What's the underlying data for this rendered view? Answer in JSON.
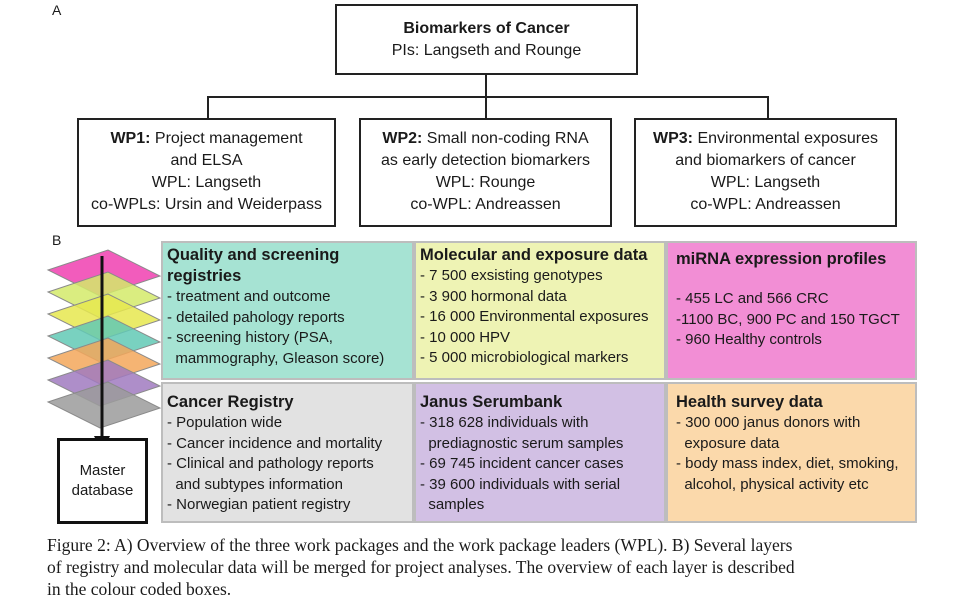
{
  "panel_labels": {
    "a": "A",
    "b": "B"
  },
  "org": {
    "top": {
      "title": "Biomarkers of Cancer",
      "pis": "PIs:  Langseth and Rounge"
    },
    "wp1": {
      "head": "WP1:",
      "line1": " Project management",
      "line2": "and ELSA",
      "line3": "WPL: Langseth",
      "line4": "co-WPLs: Ursin and Weiderpass"
    },
    "wp2": {
      "head": "WP2:",
      "line1": " Small non-coding RNA",
      "line2": "as early detection biomarkers",
      "line3": "WPL: Rounge",
      "line4": "co-WPL: Andreassen"
    },
    "wp3": {
      "head": "WP3:",
      "line1": " Environmental exposures",
      "line2": "and biomarkers of cancer",
      "line3": "WPL: Langseth",
      "line4": "co-WPL: Andreassen"
    }
  },
  "layers": {
    "colors": [
      "#f03fb0",
      "#d4ea6a",
      "#e6e84f",
      "#62c9b5",
      "#f3a75b",
      "#a07ac0",
      "#9b9b9b"
    ],
    "master_line1": "Master",
    "master_line2": "database"
  },
  "tiles": {
    "quality": {
      "title_l1": "Quality and screening",
      "title_l2": "registries",
      "items": [
        "- treatment and outcome",
        "- detailed pahology reports",
        "- screening history (PSA,",
        "  mammography, Gleason score)"
      ],
      "color": "#a6e3d3"
    },
    "molecular": {
      "title": "Molecular and exposure data",
      "items": [
        "- 7 500 exsisting genotypes",
        "- 3 900 hormonal data",
        "- 16 000 Environmental exposures",
        "- 10 000 HPV",
        "- 5 000 microbiological markers"
      ],
      "color": "#eef3b4"
    },
    "mirna": {
      "title": "miRNA expression profiles",
      "items": [
        "- 455 LC and 566 CRC",
        "-1100 BC, 900 PC and 150 TGCT",
        "- 960 Healthy controls"
      ],
      "color": "#f28ed5"
    },
    "registry": {
      "title": "Cancer Registry",
      "items": [
        "- Population wide",
        "- Cancer incidence and mortality",
        "- Clinical and pathology reports",
        "  and subtypes information",
        "- Norwegian patient registry"
      ],
      "color": "#e2e2e2"
    },
    "janus": {
      "title": "Janus Serumbank",
      "items": [
        "- 318 628 individuals with",
        "  prediagnostic serum samples",
        "- 69 745 incident cancer cases",
        "- 39 600 individuals with serial",
        "  samples"
      ],
      "color": "#d2c0e4"
    },
    "health": {
      "title": "Health survey data",
      "items": [
        "- 300 000 janus donors with",
        "  exposure data",
        "- body mass index, diet, smoking,",
        "  alcohol, physical activity etc"
      ],
      "color": "#fbd9ab"
    }
  },
  "caption": {
    "line1": "Figure 2: A) Overview of the three work packages and the work package leaders (WPL). B) Several layers",
    "line2": "of registry and molecular data will be merged for project analyses. The overview of each layer is described",
    "line3": "in the colour coded boxes."
  }
}
